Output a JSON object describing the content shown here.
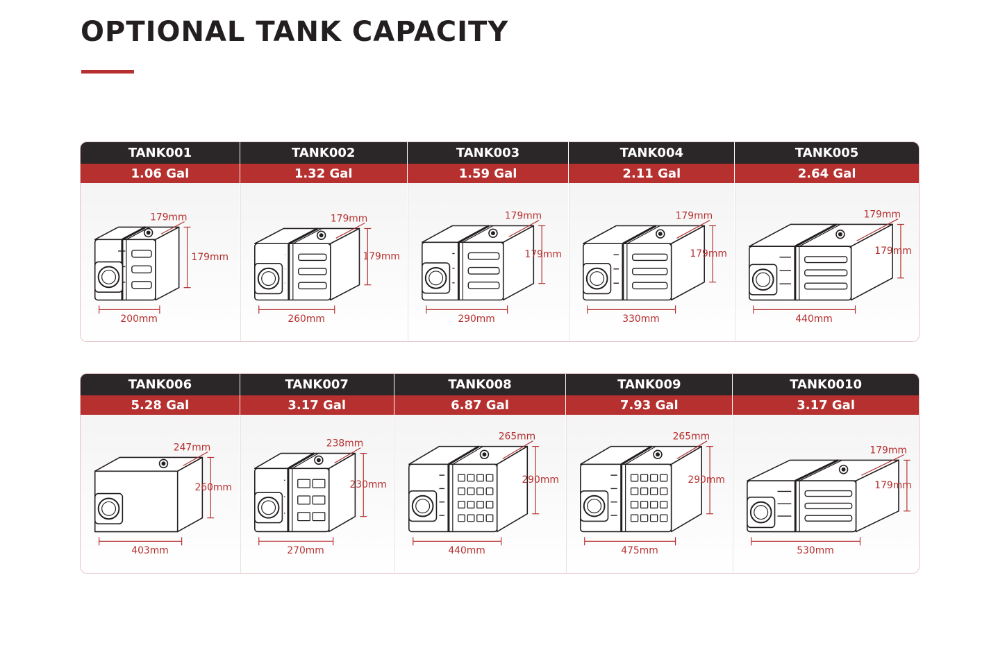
{
  "title": "OPTIONAL TANK CAPACITY",
  "colors": {
    "accent": "#b5302f",
    "header": "#2b2627",
    "text": "#231f20"
  },
  "tanks": [
    {
      "name": "TANK001",
      "capacity": "1.06 Gal",
      "width": "179mm",
      "height": "179mm",
      "length": "200mm"
    },
    {
      "name": "TANK002",
      "capacity": "1.32 Gal",
      "width": "179mm",
      "height": "179mm",
      "length": "260mm"
    },
    {
      "name": "TANK003",
      "capacity": "1.59 Gal",
      "width": "179mm",
      "height": "179mm",
      "length": "290mm"
    },
    {
      "name": "TANK004",
      "capacity": "2.11 Gal",
      "width": "179mm",
      "height": "179mm",
      "length": "330mm"
    },
    {
      "name": "TANK005",
      "capacity": "2.64 Gal",
      "width": "179mm",
      "height": "179mm",
      "length": "440mm"
    },
    {
      "name": "TANK006",
      "capacity": "5.28 Gal",
      "width": "247mm",
      "height": "260mm",
      "length": "403mm"
    },
    {
      "name": "TANK007",
      "capacity": "3.17 Gal",
      "width": "238mm",
      "height": "230mm",
      "length": "270mm"
    },
    {
      "name": "TANK008",
      "capacity": "6.87 Gal",
      "width": "265mm",
      "height": "290mm",
      "length": "440mm"
    },
    {
      "name": "TANK009",
      "capacity": "7.93 Gal",
      "width": "265mm",
      "height": "290mm",
      "length": "475mm"
    },
    {
      "name": "TANK0010",
      "capacity": "3.17 Gal",
      "width": "179mm",
      "height": "179mm",
      "length": "530mm"
    }
  ]
}
